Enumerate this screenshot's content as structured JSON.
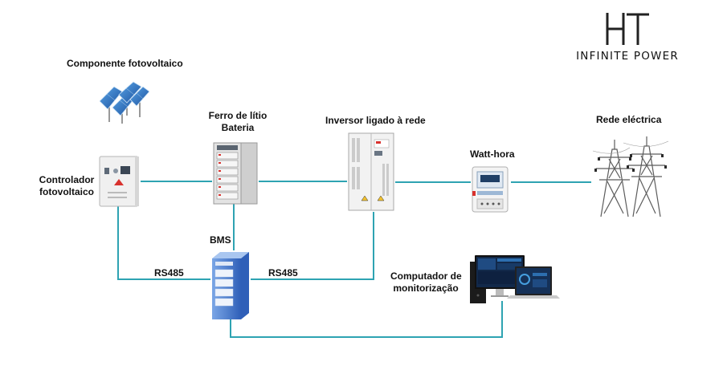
{
  "brand": {
    "name": "HT",
    "tagline": "INFINITE POWER",
    "logo_icon": "ht-logo-icon"
  },
  "nodes": {
    "pv_component": {
      "label": "Componente fotovoltaico",
      "icon": "solar-panel-icon"
    },
    "pv_controller": {
      "label_line1": "Controlador",
      "label_line2": "fotovoltaico",
      "icon": "controller-cabinet-icon"
    },
    "battery": {
      "label_line1": "Ferro de lítio",
      "label_line2": "Bateria",
      "icon": "battery-rack-icon"
    },
    "inverter": {
      "label": "Inversor ligado à rede",
      "icon": "inverter-cabinet-icon"
    },
    "meter": {
      "label": "Watt-hora",
      "icon": "energy-meter-icon"
    },
    "grid": {
      "label": "Rede eléctrica",
      "icon": "transmission-tower-icon"
    },
    "bms": {
      "label": "BMS",
      "icon": "bms-cabinet-icon"
    },
    "monitor": {
      "label_line1": "Computador de",
      "label_line2": "monitorização",
      "icon": "monitoring-computer-icon"
    }
  },
  "links": {
    "rs485_left": "RS485",
    "rs485_right": "RS485"
  },
  "colors": {
    "line": "#2ea3b2",
    "text": "#111111"
  }
}
